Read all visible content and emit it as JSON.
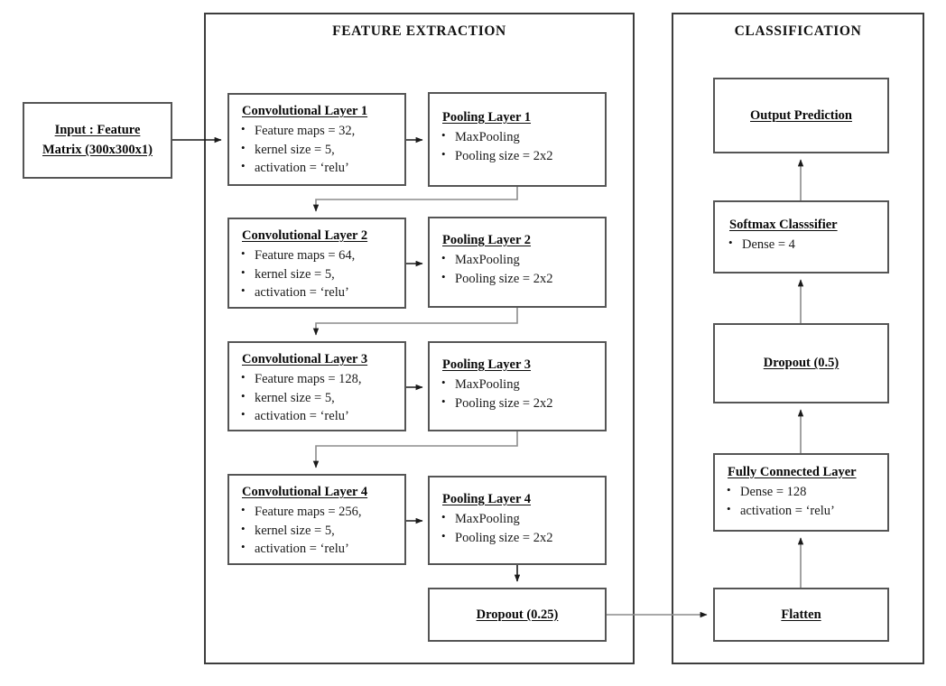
{
  "figure": {
    "kind": "cnn-architecture-flowchart",
    "groups": [
      {
        "id": "feature_extraction",
        "title": "FEATURE EXTRACTION"
      },
      {
        "id": "classification",
        "title": "CLASSIFICATION"
      }
    ]
  },
  "input_node": {
    "line1": "Input : Feature",
    "line2": "Matrix (300x300x1)"
  },
  "conv_layers": [
    {
      "title": "Convolutional Layer 1",
      "bullets": [
        "Feature maps = 32,",
        "kernel size = 5,",
        "activation = ‘relu’"
      ]
    },
    {
      "title": "Convolutional Layer 2",
      "bullets": [
        "Feature maps = 64,",
        "kernel size = 5,",
        "activation = ‘relu’"
      ]
    },
    {
      "title": "Convolutional Layer 3",
      "bullets": [
        "Feature maps = 128,",
        "kernel size = 5,",
        "activation = ‘relu’"
      ]
    },
    {
      "title": "Convolutional Layer 4",
      "bullets": [
        "Feature maps = 256,",
        "kernel size = 5,",
        "activation = ‘relu’"
      ]
    }
  ],
  "pooling_layers": [
    {
      "title": "Pooling Layer 1",
      "bullets": [
        "MaxPooling",
        "Pooling size = 2x2"
      ]
    },
    {
      "title": "Pooling Layer 2",
      "bullets": [
        "MaxPooling",
        "Pooling size = 2x2"
      ]
    },
    {
      "title": "Pooling Layer 3",
      "bullets": [
        "MaxPooling",
        "Pooling size = 2x2"
      ]
    },
    {
      "title": "Pooling Layer 4",
      "bullets": [
        "MaxPooling",
        "Pooling size = 2x2"
      ]
    }
  ],
  "dropout_extraction": {
    "title": "Dropout (0.25)"
  },
  "classification_nodes": {
    "flatten": {
      "title": "Flatten"
    },
    "fully_connected": {
      "title": "Fully Connected Layer",
      "bullets": [
        "Dense = 128",
        "activation = ‘relu’"
      ]
    },
    "dropout": {
      "title": "Dropout (0.5)"
    },
    "softmax": {
      "title": "Softmax Classsifier",
      "bullets": [
        "Dense = 4"
      ]
    },
    "output": {
      "title": "Output Prediction"
    }
  },
  "colors": {
    "node_border": "#555555",
    "group_border": "#3d3d3d",
    "wire_dark": "#1a1a1a",
    "wire_light": "#8c8c8c",
    "text": "#0a0a0a",
    "background": "#ffffff"
  }
}
